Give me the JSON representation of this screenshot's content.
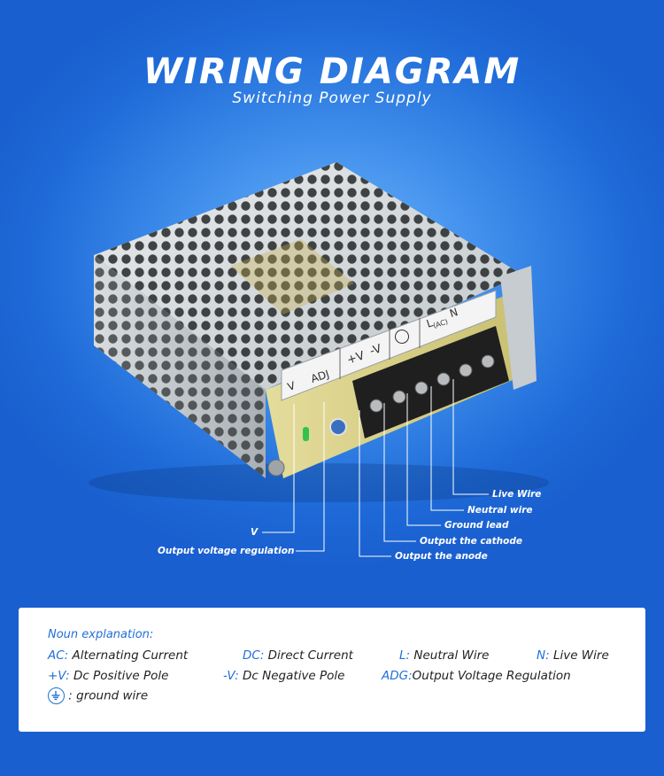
{
  "header": {
    "title": "WIRING DIAGRAM",
    "subtitle": "Switching Power Supply"
  },
  "terminal_labels": {
    "v": "V",
    "adj": "ADJ",
    "plus_v": "+V",
    "minus_v": "-V",
    "l": "L",
    "n": "N",
    "ac": "(AC)"
  },
  "callouts": {
    "live_wire": "Live Wire",
    "neutral_wire": "Neutral wire",
    "ground_lead": "Ground lead",
    "output_cathode": "Output the cathode",
    "output_anode": "Output the anode",
    "v": "V",
    "output_voltage_regulation": "Output voltage regulation"
  },
  "explanation": {
    "heading": "Noun explanation:",
    "items": [
      {
        "abbr": "AC:",
        "text": " Alternating Current"
      },
      {
        "abbr": "DC:",
        "text": " Direct Current"
      },
      {
        "abbr": "L:",
        "text": " Neutral Wire"
      },
      {
        "abbr": "N:",
        "text": " Live Wire"
      },
      {
        "abbr": "+V:",
        "text": " Dc Positive Pole"
      },
      {
        "abbr": "-V:",
        "text": " Dc Negative Pole"
      },
      {
        "abbr": "ADG:",
        "text": "Output Voltage Regulation"
      }
    ],
    "ground": ": ground wire"
  },
  "colors": {
    "accent": "#1f6fd6",
    "background": "#2a78e0",
    "panel": "#ffffff"
  }
}
